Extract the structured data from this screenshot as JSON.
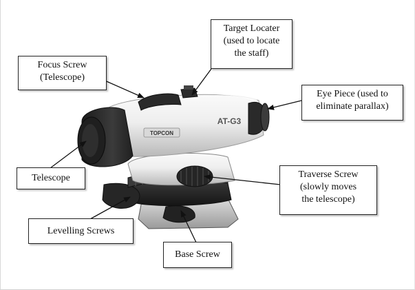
{
  "device": {
    "brand_text": "TOPCON",
    "model_text": "AT-G3"
  },
  "labels": {
    "target_locater": [
      "Target Locater",
      "(used to locate",
      "the staff)"
    ],
    "focus_screw": [
      "Focus Screw",
      "(Telescope)"
    ],
    "eye_piece": [
      "Eye Piece (used to",
      "eliminate parallax)"
    ],
    "telescope": [
      "Telescope"
    ],
    "traverse_screw": [
      "Traverse Screw",
      "(slowly moves",
      "the telescope)"
    ],
    "levelling_screws": [
      "Levelling Screws"
    ],
    "base_screw": [
      "Base Screw"
    ]
  },
  "colors": {
    "body": "#f1f1f1",
    "dark_rubber": "#262626",
    "outline": "#333333"
  }
}
